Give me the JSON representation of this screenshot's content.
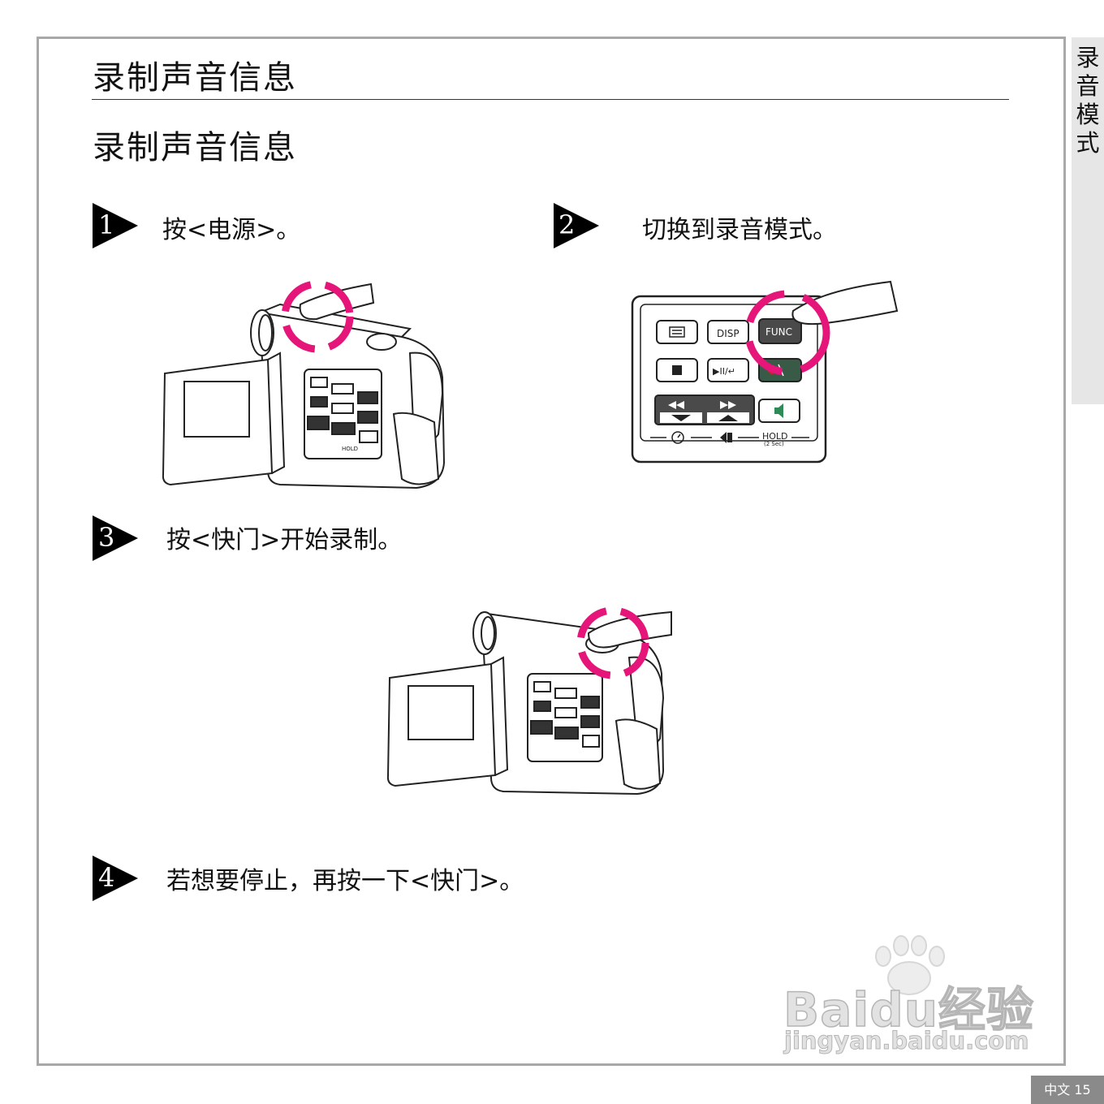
{
  "page": {
    "section_title": "录制声音信息",
    "subsection_title": "录制声音信息",
    "side_tab": [
      "录",
      "音",
      "模",
      "式"
    ],
    "footer": "中文 15"
  },
  "steps": [
    {
      "number": "1",
      "text": "按<电源>。"
    },
    {
      "number": "2",
      "text": "切换到录音模式。"
    },
    {
      "number": "3",
      "text": "按<快门>开始录制。"
    },
    {
      "number": "4",
      "text": "若想要停止，再按一下<快门>。"
    }
  ],
  "panel": {
    "disp_label": "DISP",
    "func_label": "FUNC",
    "hold_label": "HOLD",
    "hold_sub": "(2 Sec)",
    "play_label": "▶II/↵"
  },
  "watermark": {
    "line1": "Baidu经验",
    "line2": "jingyan.baidu.com"
  },
  "colors": {
    "highlight": "#e5157a",
    "frame": "#a8a8a8",
    "footer_bg": "#8a8a8a",
    "side_tab_bg": "#e6e6e6"
  }
}
